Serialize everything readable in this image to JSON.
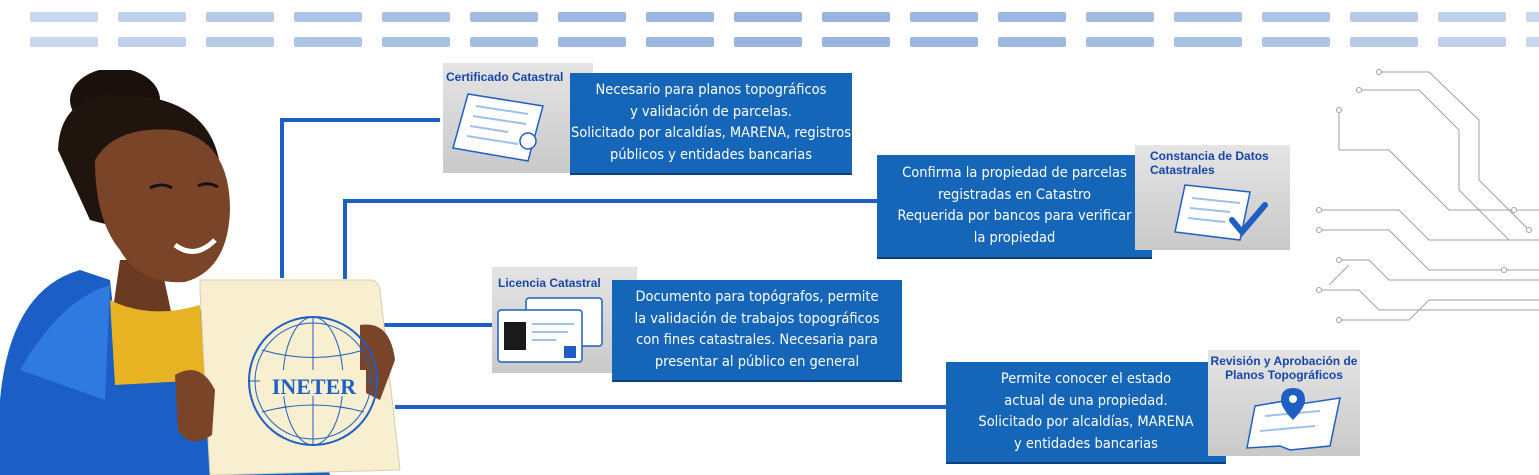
{
  "cards": [
    {
      "title": "Certificado Catastral",
      "text": "Necesario para planos topográficos\ny validación de parcelas.\nSolicitado por alcaldías, MARENA, registros\npúblicos y entidades bancarias",
      "icon": "certificate-document-icon"
    },
    {
      "title": "Constancia de Datos\nCatastrales",
      "text": "Confirma la propiedad de parcelas\nregistradas en Catastro\nRequerida por bancos para verificar\nla propiedad",
      "icon": "checkmark-document-icon"
    },
    {
      "title": "Licencia Catastral",
      "text": "Documento para topógrafos, permite\nla validación de trabajos topográficos\ncon fines catastrales. Necesaria para\npresentar al público en general",
      "icon": "id-license-card-icon"
    },
    {
      "title": "Revisión y Aprobación de\nPlanos Topográficos",
      "text": "Permite conocer el estado\nactual de una propiedad.\nSolicitado por alcaldías, MARENA\ny entidades bancarias",
      "icon": "map-pin-icon"
    }
  ],
  "sign": {
    "label": "INETER"
  },
  "colors": {
    "accent": "#1565b8",
    "line": "#1f5fc4",
    "title": "#1746a8",
    "grey": "#d2d2d2"
  }
}
